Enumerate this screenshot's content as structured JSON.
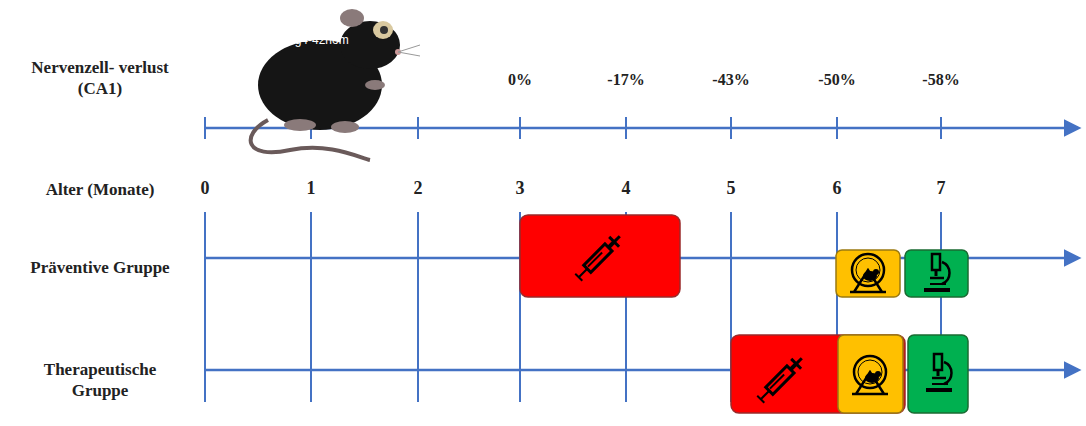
{
  "diagram": {
    "labels": [
      "Nervenzell- verlust (CA1)",
      "Tg4-42hom",
      "0%",
      "-17%",
      "-43%",
      "-50%",
      "-58%",
      "Alter (Monate)",
      "0",
      "1",
      "2",
      "3",
      "4",
      "5",
      "6",
      "7",
      "Präventive Gruppe",
      "Therapeutische Gruppe"
    ]
  }
}
